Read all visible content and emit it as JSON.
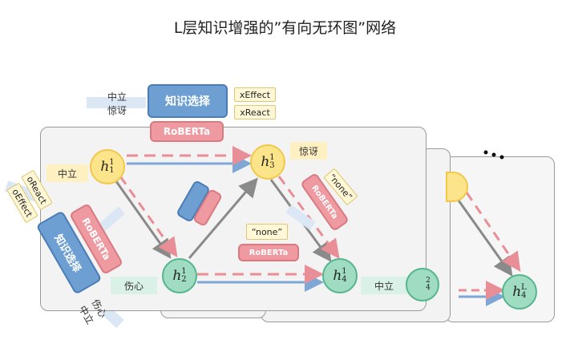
{
  "title": "L层知识增强的”有向无环图”网络",
  "labels": {
    "knowledge_select": "知识选择",
    "roberta": "RoBERTa",
    "xeffect": "xEffect",
    "xreact": "xReact",
    "oreact": "oReact",
    "oeffect": "oEffect",
    "neutral": "中立",
    "surprised": "惊讶",
    "sad": "伤心",
    "none": "“none”",
    "ellipsis": "..."
  },
  "nodes": {
    "h1": {
      "base": "h",
      "sup": "1",
      "sub": "1"
    },
    "h2": {
      "base": "h",
      "sup": "1",
      "sub": "2"
    },
    "h3": {
      "base": "h",
      "sup": "1",
      "sub": "3"
    },
    "h4": {
      "base": "h",
      "sup": "1",
      "sub": "4"
    },
    "hL4": {
      "base": "h",
      "sup": "L",
      "sub": "4"
    },
    "partial": "2\n4"
  },
  "colors": {
    "knowledge": "#6d9fd3",
    "roberta": "#ef9aa0",
    "node_yellow": "#fce48a",
    "node_green": "#9fdcc2",
    "arrow_blue": "#7fa7d6",
    "arrow_red": "#e88e96",
    "arrow_gray": "#8a8a8a"
  }
}
